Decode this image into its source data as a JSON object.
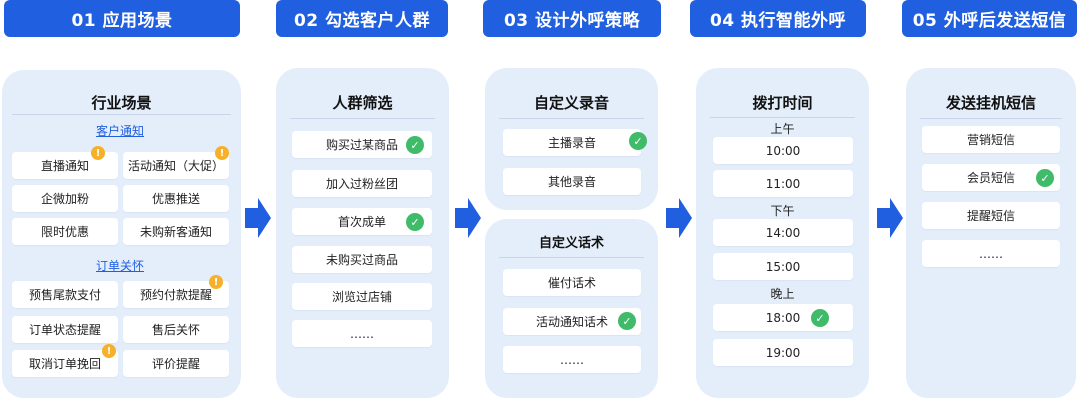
{
  "steps": [
    {
      "label": "01 应用场景"
    },
    {
      "label": "02 勾选客户人群"
    },
    {
      "label": "03 设计外呼策略"
    },
    {
      "label": "04 执行智能外呼"
    },
    {
      "label": "05 外呼后发送短信"
    }
  ],
  "step1": {
    "title": "行业场景",
    "group1": {
      "label": "客户通知",
      "items": [
        "直播通知",
        "活动通知（大促）",
        "企微加粉",
        "优惠推送",
        "限时优惠",
        "未购新客通知"
      ]
    },
    "group2": {
      "label": "订单关怀",
      "items": [
        "预售尾款支付",
        "预约付款提醒",
        "订单状态提醒",
        "售后关怀",
        "取消订单挽回",
        "评价提醒"
      ]
    }
  },
  "step2": {
    "title": "人群筛选",
    "items": [
      "购买过某商品",
      "加入过粉丝团",
      "首次成单",
      "未购买过商品",
      "浏览过店铺",
      "……"
    ]
  },
  "step3": {
    "recording": {
      "title": "自定义录音",
      "items": [
        "主播录音",
        "其他录音"
      ]
    },
    "script": {
      "title": "自定义话术",
      "items": [
        "催付话术",
        "活动通知话术",
        "……"
      ]
    }
  },
  "step4": {
    "title": "拨打时间",
    "periods": [
      "上午",
      "下午",
      "晚上"
    ],
    "times": [
      "10:00",
      "11:00",
      "14:00",
      "15:00",
      "18:00",
      "19:00"
    ]
  },
  "step5": {
    "title": "发送挂机短信",
    "items": [
      "营销短信",
      "会员短信",
      "提醒短信",
      "……"
    ]
  },
  "icons": {
    "selected": "check-icon",
    "alert": "exclamation-icon",
    "flow": "arrow-right-icon"
  },
  "colors": {
    "accent": "#1f5fe0",
    "card": "#e4eefb",
    "check": "#3fbb6a",
    "alert": "#f6b02a"
  }
}
